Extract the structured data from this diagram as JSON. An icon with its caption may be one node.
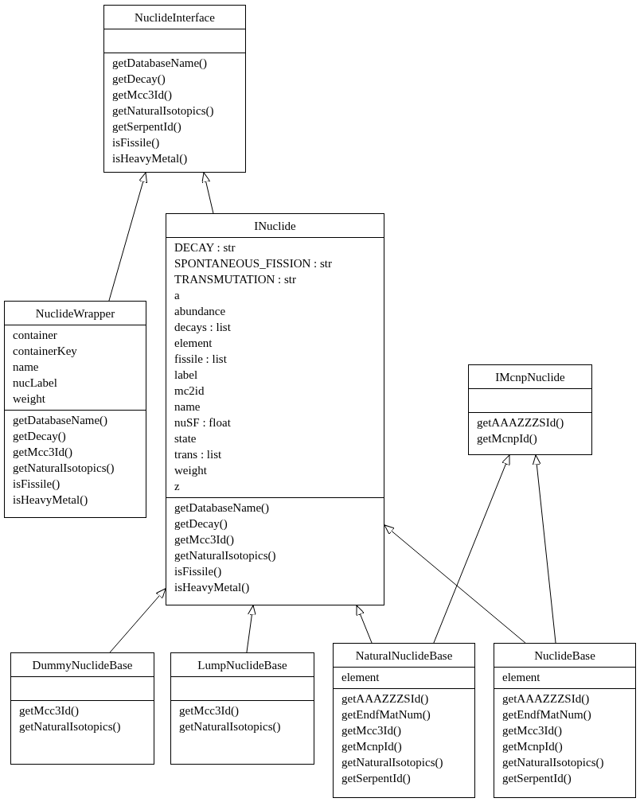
{
  "diagram": {
    "nodes": [
      {
        "text": [
          "NuclideInterface",
          "getDatabaseName()",
          "getDecay()",
          "getMcc3Id()",
          "getNaturalIsotopics()",
          "getSerpentId()",
          "isFissile()",
          "isHeavyMetal()"
        ]
      },
      {
        "text": [
          "INuclide",
          "DECAY : str",
          "SPONTANEOUS_FISSION : str",
          "TRANSMUTATION : str",
          "a",
          "abundance",
          "decays : list",
          "element",
          "fissile : list",
          "label",
          "mc2id",
          "name",
          "nuSF : float",
          "state",
          "trans : list",
          "weight",
          "z",
          "getDatabaseName()",
          "getDecay()",
          "getMcc3Id()",
          "getNaturalIsotopics()",
          "isFissile()",
          "isHeavyMetal()"
        ]
      },
      {
        "text": [
          "NuclideWrapper",
          "container",
          "containerKey",
          "name",
          "nucLabel",
          "weight",
          "getDatabaseName()",
          "getDecay()",
          "getMcc3Id()",
          "getNaturalIsotopics()",
          "isFissile()",
          "isHeavyMetal()"
        ]
      },
      {
        "text": [
          "IMcnpNuclide",
          "getAAAZZZSId()",
          "getMcnpId()"
        ]
      },
      {
        "text": [
          "DummyNuclideBase",
          "getMcc3Id()",
          "getNaturalIsotopics()"
        ]
      },
      {
        "text": [
          "LumpNuclideBase",
          "getMcc3Id()",
          "getNaturalIsotopics()"
        ]
      },
      {
        "text": [
          "NaturalNuclideBase",
          "element",
          "getAAAZZZSId()",
          "getEndfMatNum()",
          "getMcc3Id()",
          "getMcnpId()",
          "getNaturalIsotopics()",
          "getSerpentId()"
        ]
      },
      {
        "text": [
          "NuclideBase",
          "element",
          "getAAAZZZSId()",
          "getEndfMatNum()",
          "getMcc3Id()",
          "getMcnpId()",
          "getNaturalIsotopics()",
          "getSerpentId()"
        ]
      }
    ],
    "edges": [
      {
        "from": 2,
        "to": 0,
        "arrow": "to"
      },
      {
        "from": 1,
        "to": 0,
        "arrow": "to"
      },
      {
        "from": 4,
        "to": 1,
        "arrow": "to"
      },
      {
        "from": 5,
        "to": 1,
        "arrow": "to"
      },
      {
        "from": 6,
        "to": 1,
        "arrow": "to"
      },
      {
        "from": 7,
        "to": 1,
        "arrow": "to"
      },
      {
        "from": 6,
        "to": 3,
        "arrow": "to"
      },
      {
        "from": 7,
        "to": 3,
        "arrow": "to"
      }
    ]
  }
}
